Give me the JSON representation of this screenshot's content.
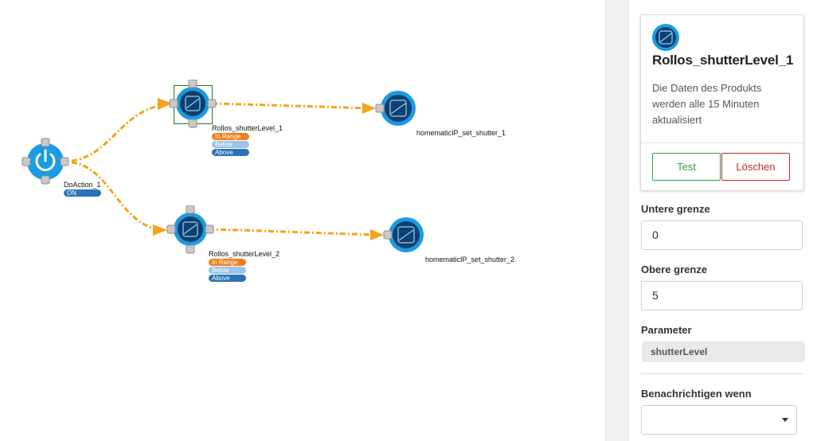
{
  "flow": {
    "nodes": {
      "do_action": {
        "label": "DoAction_1",
        "badge": "ON"
      },
      "shutter_level_1": {
        "label": "Rollos_shutterLevel_1",
        "badges": [
          "In Range",
          "Below",
          "Above"
        ]
      },
      "shutter_level_2": {
        "label": "Rollos_shutterLevel_2",
        "badges": [
          "In Range",
          "Below",
          "Above"
        ]
      },
      "set_shutter_1": {
        "label": "homematicIP_set_shutter_1"
      },
      "set_shutter_2": {
        "label": "homematicIP_set_shutter_2"
      }
    }
  },
  "panel": {
    "card": {
      "title": "Rollos_shutterLevel_1",
      "description": "Die Daten des Produkts werden alle 15 Minuten aktualisiert",
      "test_label": "Test",
      "delete_label": "Löschen"
    },
    "lower_bound": {
      "label": "Untere grenze",
      "value": "0"
    },
    "upper_bound": {
      "label": "Obere grenze",
      "value": "5"
    },
    "parameter": {
      "label": "Parameter",
      "value": "shutterLevel"
    },
    "notify": {
      "label": "Benachrichtigen wenn",
      "value": ""
    }
  },
  "colors": {
    "wire": "#f5a31a",
    "node_blue": "#1b9be0",
    "node_dark": "#0f3f6e",
    "test_green": "#27a345",
    "delete_red": "#c62828"
  }
}
